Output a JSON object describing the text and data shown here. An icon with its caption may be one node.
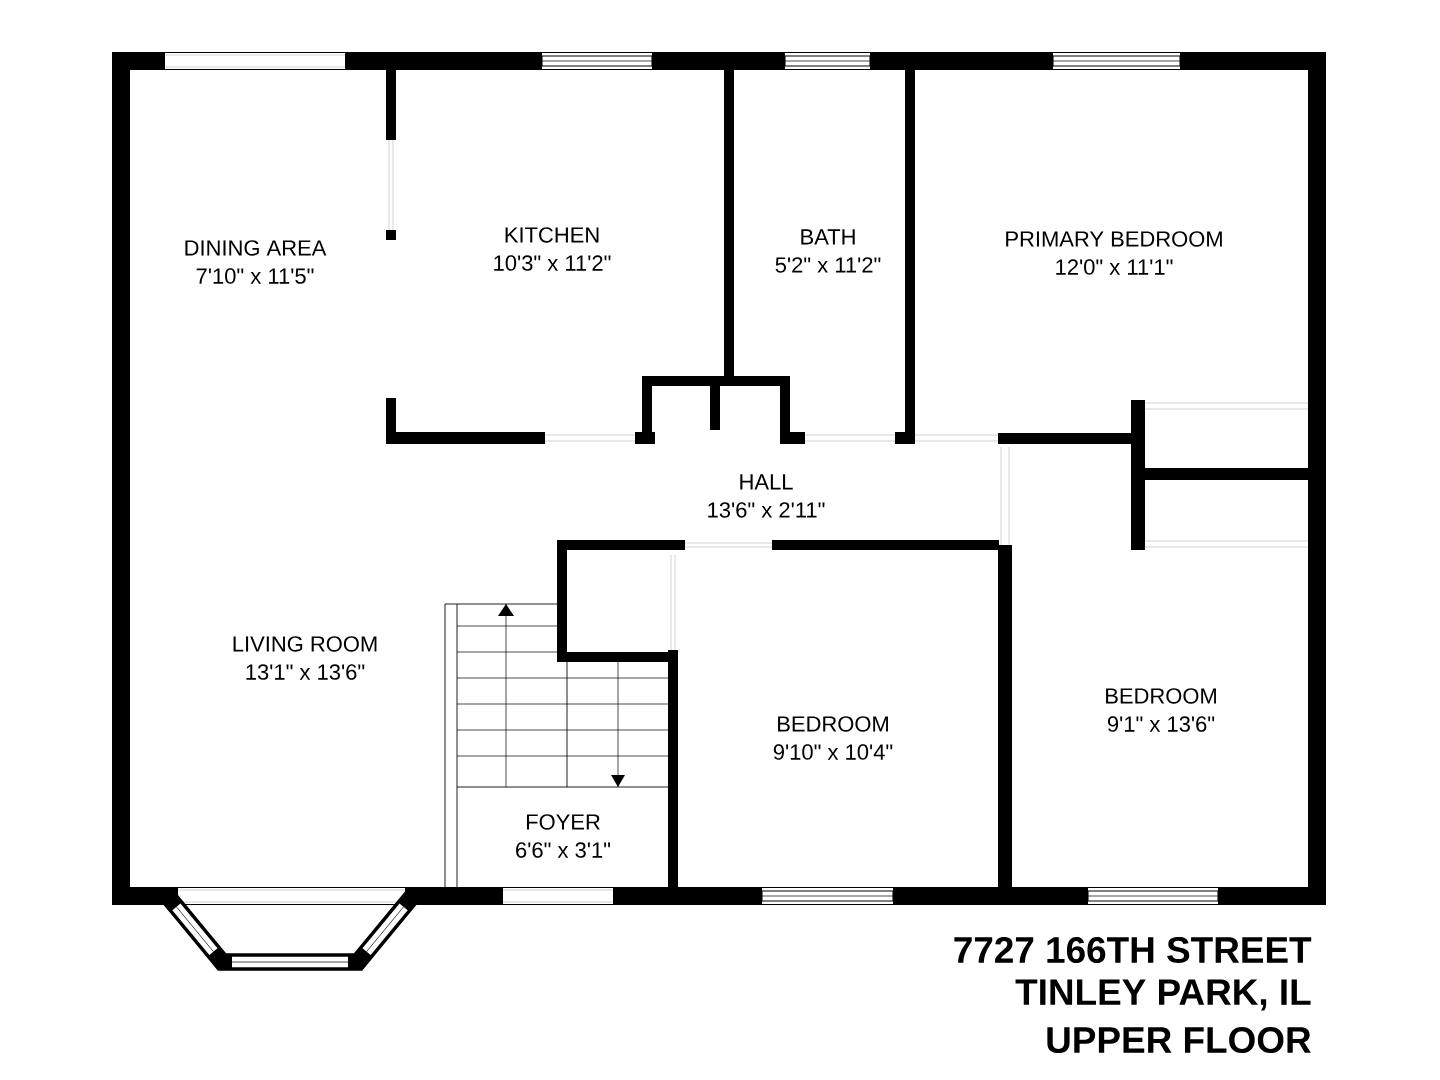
{
  "diagram": {
    "nodes": [
      {
        "text": [
          "DINING AREA",
          "7'10\" x 11'5\""
        ]
      },
      {
        "text": [
          "KITCHEN",
          "10'3\" x 11'2\""
        ]
      },
      {
        "text": [
          "BATH",
          "5'2\" x 11'2\""
        ]
      },
      {
        "text": [
          "PRIMARY BEDROOM",
          "12'0\" x 11'1\""
        ]
      },
      {
        "text": [
          "HALL",
          "13'6\" x 2'11\""
        ]
      },
      {
        "text": [
          "LIVING ROOM",
          "13'1\" x 13'6\""
        ]
      },
      {
        "text": [
          "BEDROOM",
          "9'10\" x 10'4\""
        ]
      },
      {
        "text": [
          "BEDROOM",
          "9'1\" x 13'6\""
        ]
      },
      {
        "text": [
          "FOYER",
          "6'6\" x 3'1\""
        ]
      }
    ],
    "labels": [
      "7727 166TH STREET",
      "TINLEY PARK, IL",
      "UPPER FLOOR"
    ]
  }
}
